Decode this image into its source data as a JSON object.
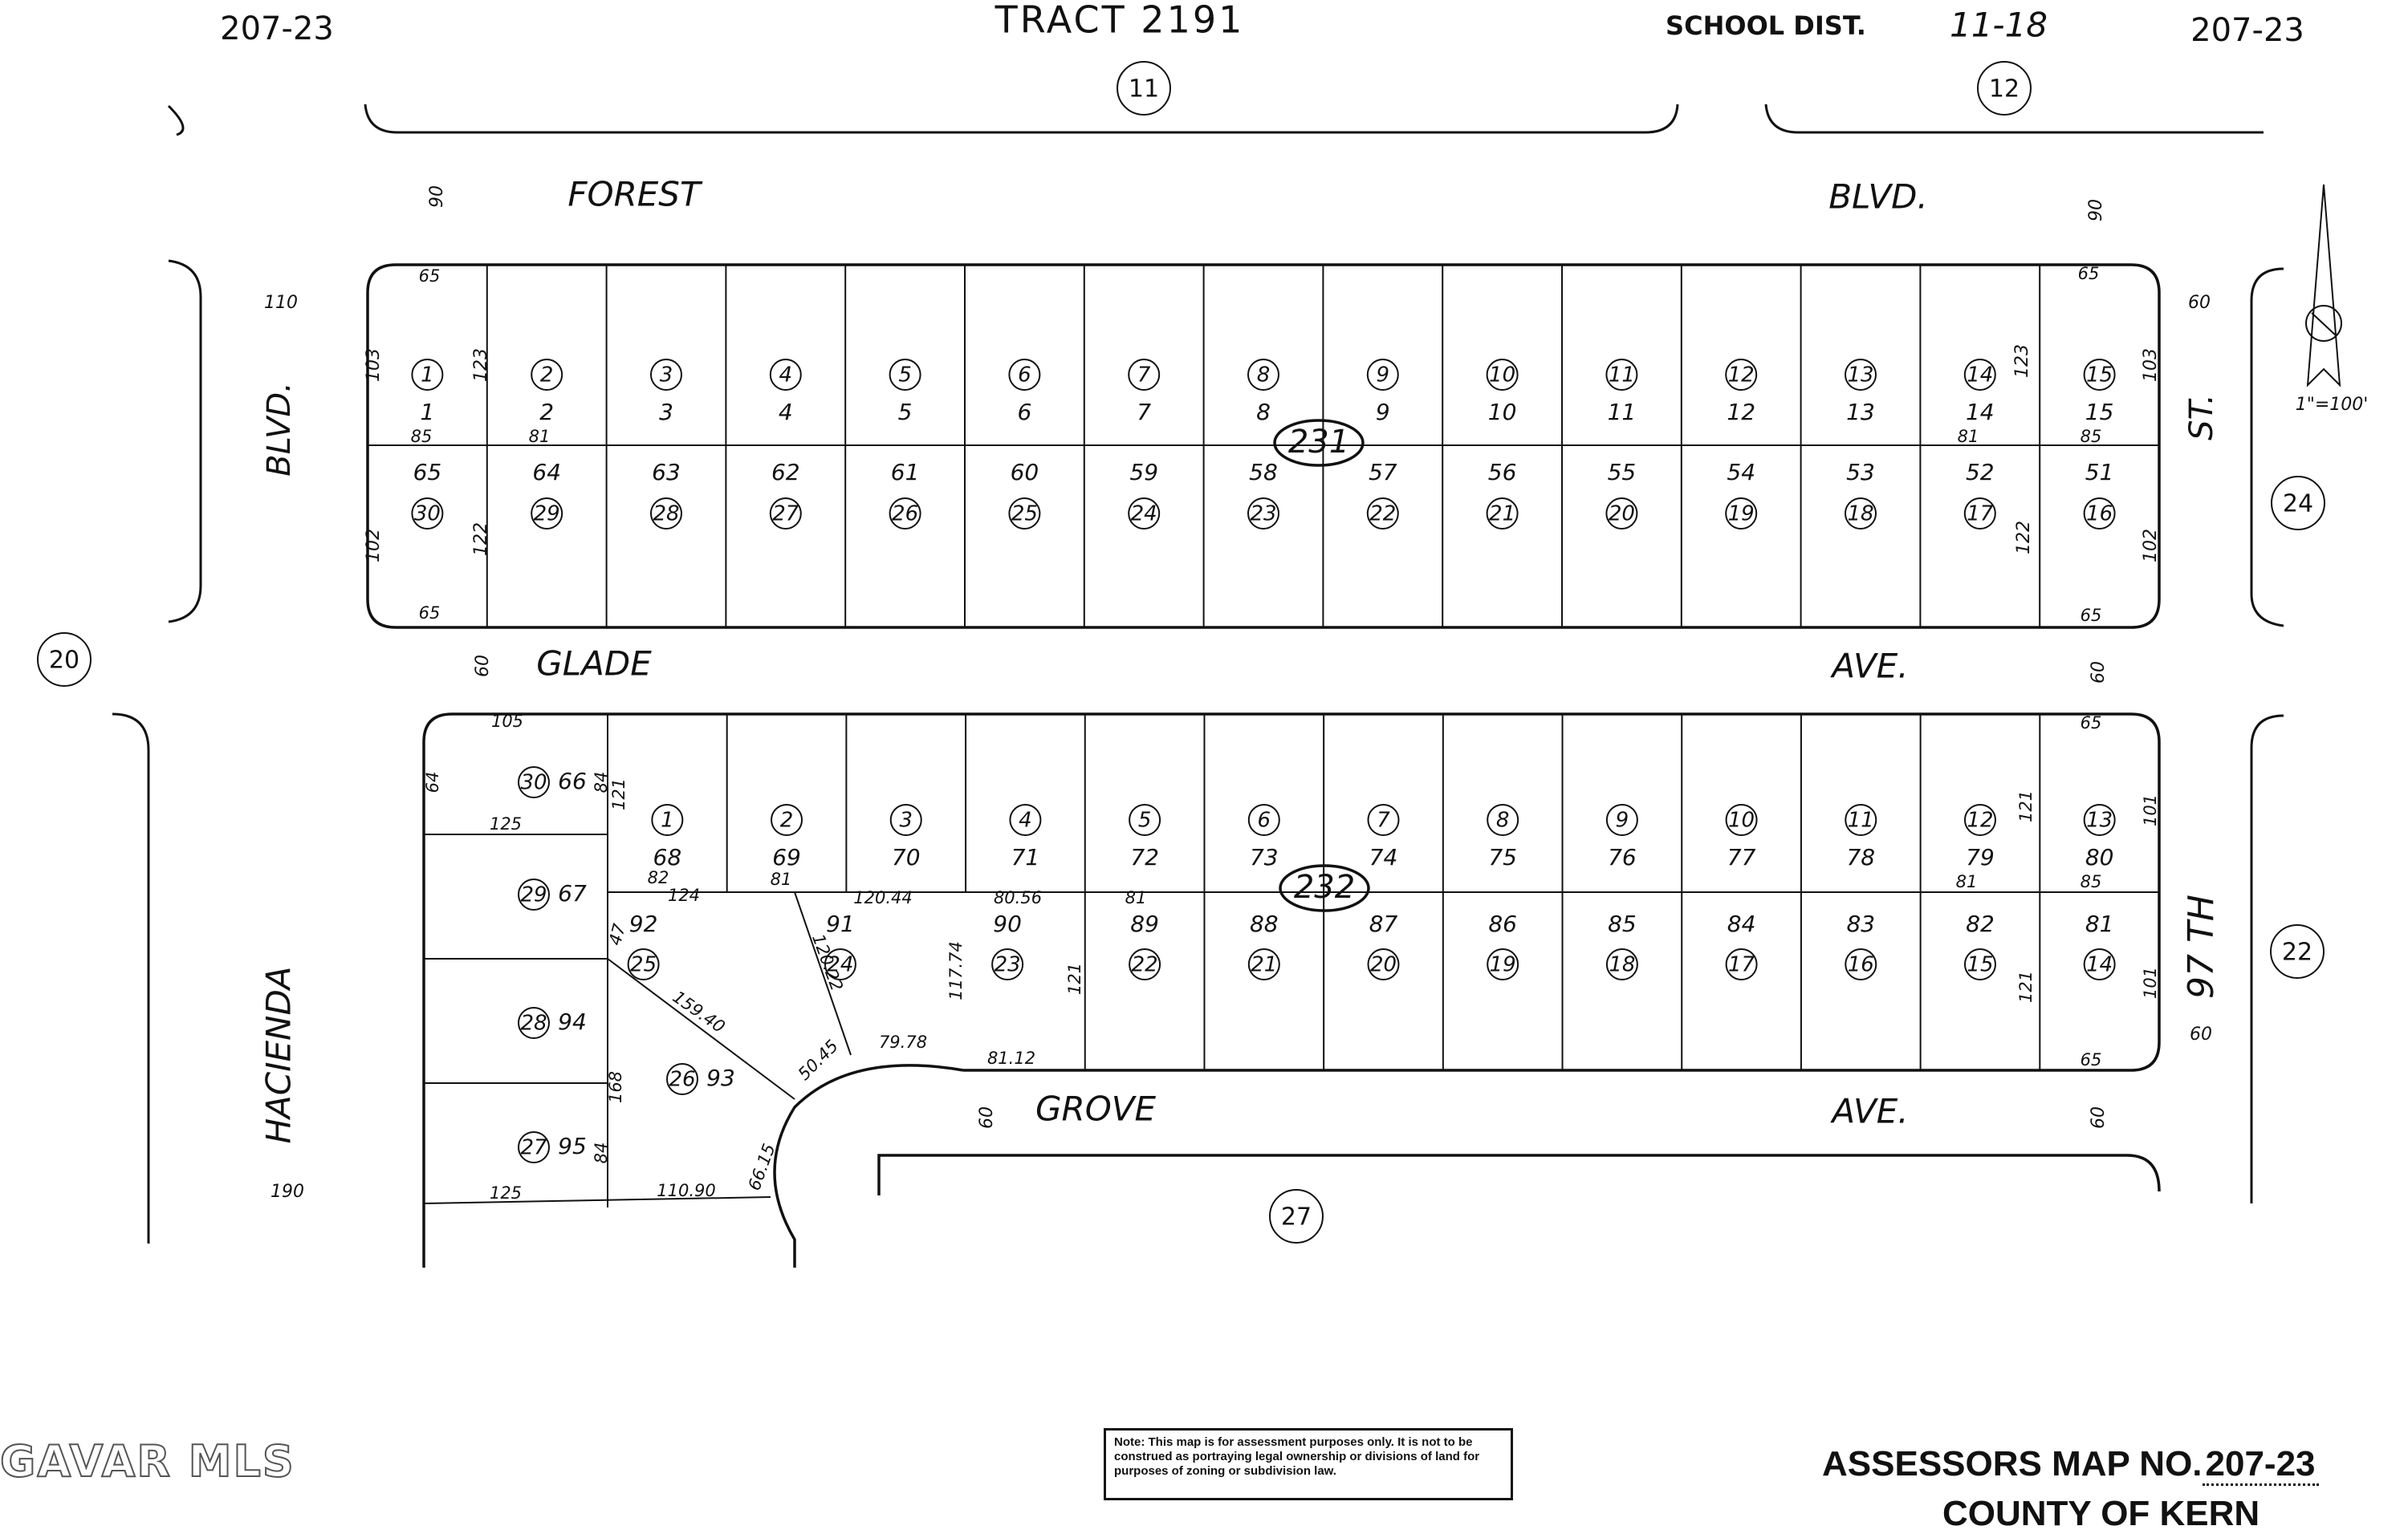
{
  "header": {
    "tract": "TRACT 2191",
    "map_ref_left": "207-23",
    "map_ref_right": "207-23",
    "school_dist_label": "SCHOOL  DIST.",
    "school_dist_value": "11-18"
  },
  "adjacent_blocks": [
    "11",
    "12",
    "20",
    "24",
    "22",
    "27"
  ],
  "streets": {
    "forest": "FOREST",
    "forest_blvd": "BLVD.",
    "left_blvd": "BLVD.",
    "glade": "GLADE",
    "glade_ave": "AVE.",
    "grove": "GROVE",
    "grove_ave": "AVE.",
    "hacienda": "HACIENDA",
    "st97_num": "97 TH",
    "st97_st": "ST."
  },
  "scale": "1\"=100'",
  "blocks": {
    "top": "231",
    "bottom": "232"
  },
  "block231": {
    "top_row_parcels": [
      "1",
      "2",
      "3",
      "4",
      "5",
      "6",
      "7",
      "8",
      "9",
      "10",
      "11",
      "12",
      "13",
      "14",
      "15"
    ],
    "top_row_lots": [
      "1",
      "2",
      "3",
      "4",
      "5",
      "6",
      "7",
      "8",
      "9",
      "10",
      "11",
      "12",
      "13",
      "14",
      "15"
    ],
    "bottom_row_lots": [
      "65",
      "64",
      "63",
      "62",
      "61",
      "60",
      "59",
      "58",
      "57",
      "56",
      "55",
      "54",
      "53",
      "52",
      "51"
    ],
    "bottom_row_parcels": [
      "30",
      "29",
      "28",
      "27",
      "26",
      "25",
      "24",
      "23",
      "22",
      "21",
      "20",
      "19",
      "18",
      "17",
      "16"
    ]
  },
  "block232": {
    "top_row_parcels": [
      "1",
      "2",
      "3",
      "4",
      "5",
      "6",
      "7",
      "8",
      "9",
      "10",
      "11",
      "12",
      "13"
    ],
    "top_row_lots": [
      "68",
      "69",
      "70",
      "71",
      "72",
      "73",
      "74",
      "75",
      "76",
      "77",
      "78",
      "79",
      "80"
    ],
    "bottom_row_lots": [
      "92",
      "91",
      "90",
      "89",
      "88",
      "87",
      "86",
      "85",
      "84",
      "83",
      "82",
      "81"
    ],
    "bottom_row_parcels": [
      "25",
      "24",
      "23",
      "22",
      "21",
      "20",
      "19",
      "18",
      "17",
      "16",
      "15",
      "14"
    ],
    "west_parcels": [
      {
        "parcel": "30",
        "lot": "66"
      },
      {
        "parcel": "29",
        "lot": "67"
      },
      {
        "parcel": "28",
        "lot": "94"
      },
      {
        "parcel": "26",
        "lot": "93"
      },
      {
        "parcel": "27",
        "lot": "95"
      }
    ]
  },
  "dimensions": {
    "d90a": "90",
    "d90b": "90",
    "d110": "110",
    "d60a": "60",
    "d60b": "60",
    "d65a": "65",
    "d65b": "65",
    "d65c": "65",
    "d65d": "65",
    "d103a": "103",
    "d103b": "103",
    "d123a": "123",
    "d123b": "123",
    "d85a": "85",
    "d85b": "85",
    "d81a": "81",
    "d81b": "81",
    "d102a": "102",
    "d102b": "102",
    "d122a": "122",
    "d122b": "122",
    "d60c": "60",
    "d60d": "60",
    "d105": "105",
    "d64": "64",
    "d84a": "84",
    "d121a": "121",
    "d125a": "125",
    "d82": "82",
    "d124": "124",
    "d81c": "81",
    "d12044": "120.44",
    "d8056": "80.56",
    "d81d": "81",
    "d81e": "81",
    "d85c": "85",
    "d121b": "121",
    "d101a": "101",
    "d47": "47",
    "d12022": "120.22",
    "d11774": "117.74",
    "d121c": "121",
    "d121d": "121",
    "d101b": "101",
    "d15940": "159.40",
    "d168": "168",
    "d5045": "50.45",
    "d7978": "79.78",
    "d8112": "81.12",
    "d6615": "66.15",
    "d84b": "84",
    "d125b": "125",
    "d11090": "110.90",
    "d190": "190",
    "d60e": "60",
    "d60f": "60",
    "d60g": "60",
    "d65e": "65",
    "d65f": "65"
  },
  "note": "Note: This map is for assessment purposes only. It is not to be construed as portraying legal ownership or divisions of land for purposes of zoning or subdivision law.",
  "footer": {
    "map_no_label": "ASSESSORS MAP NO.",
    "map_no": "207-23",
    "county": "COUNTY OF KERN"
  },
  "watermark": "GAVAR MLS"
}
